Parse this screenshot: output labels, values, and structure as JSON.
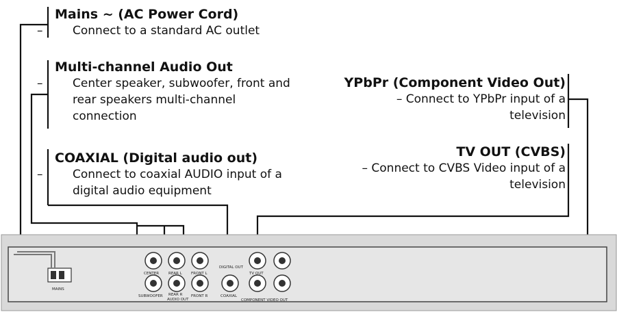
{
  "callouts": {
    "mains": {
      "title": "Mains ~ (AC Power Cord)",
      "desc": "Connect to a standard AC outlet"
    },
    "multichannel": {
      "title": "Multi-channel Audio Out",
      "desc": "Center speaker, subwoofer, front and rear speakers multi-channel connection"
    },
    "coaxial": {
      "title": "COAXIAL (Digital audio out)",
      "desc": "Connect to coaxial AUDIO input of a digital audio equipment"
    },
    "ypbpr": {
      "title": "YPbPr (Component Video Out)",
      "desc_line1": "– Connect to YPbPr input of a",
      "desc_line2": "television"
    },
    "tvout": {
      "title": "TV OUT (CVBS)",
      "desc_line1": "– Connect to CVBS Video input of a",
      "desc_line2": "television"
    }
  },
  "panel_labels": {
    "center": "CENTER",
    "rear_l": "REAR L",
    "front_l": "FRONT L",
    "digital_out": "DIGITAL OUT",
    "tv_out": "TV OUT",
    "subwoofer": "SUBWOOFER",
    "rear_r": "REAR R",
    "audio_out": "AUDIO OUT",
    "front_r": "FRONT R",
    "coaxial": "COAXIAL",
    "component_video_out": "COMPONENT VIDEO OUT",
    "mains": "MAINS"
  },
  "colors": {
    "panel_bg": "#d9d9d9",
    "line": "#111111"
  }
}
